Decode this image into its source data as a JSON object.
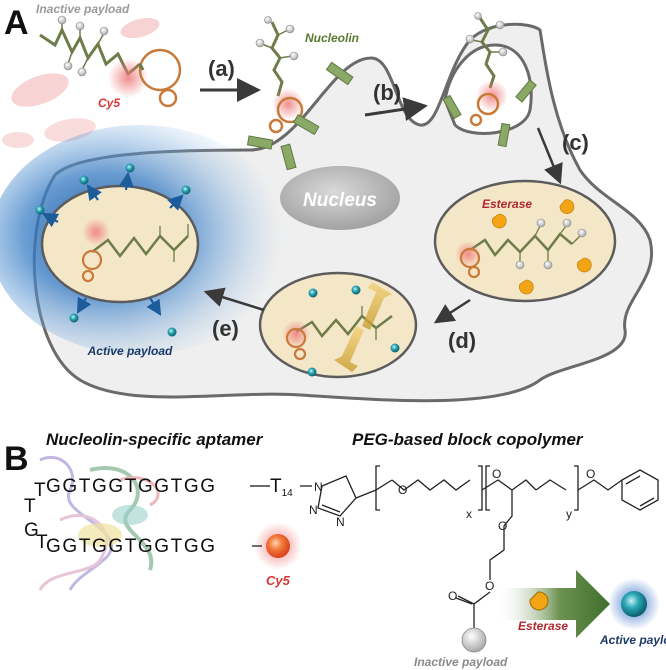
{
  "panel_a": {
    "label": "A",
    "inactive_payload": "Inactive payload",
    "cy5": "Cy5",
    "nucleolin": "Nucleolin",
    "nucleus": "Nucleus",
    "esterase": "Esterase",
    "active_payload": "Active payload",
    "steps": [
      "(a)",
      "(b)",
      "(c)",
      "(d)",
      "(e)"
    ]
  },
  "panel_b": {
    "label": "B",
    "aptamer_title": "Nucleolin-specific aptamer",
    "copolymer_title": "PEG-based block copolymer",
    "seq_top": "GGTGGTGGTGG",
    "seq_bottom": "GGTGGTGGTGG",
    "t14": "T",
    "t14_sub": "14",
    "loop_t1": "T",
    "loop_t2": "T",
    "loop_g": "G",
    "loop_t3": "T",
    "cy5": "Cy5",
    "esterase": "Esterase",
    "active_payload": "Active payload",
    "inactive_payload": "Inactive payload",
    "atoms": {
      "n1": "N",
      "n2": "N",
      "n3": "N",
      "o1": "O",
      "o2": "O",
      "o3": "O",
      "o4": "O",
      "o5": "O",
      "o6": "O",
      "x": "x",
      "y": "y"
    }
  },
  "colors": {
    "cell_fill": "#efefef",
    "cell_stroke": "#6a6a6a",
    "vesicle_fill": "#f4e7c8",
    "vesicle_stroke": "#5c5c5c",
    "polymer": "#6e7c4a",
    "cy5_red": "#d63838",
    "esterase_orange": "#f2a414",
    "payload_teal": "#1f8fa0",
    "nucleolin_green": "#7d9a58",
    "active_blue": "#1f6fb8"
  }
}
